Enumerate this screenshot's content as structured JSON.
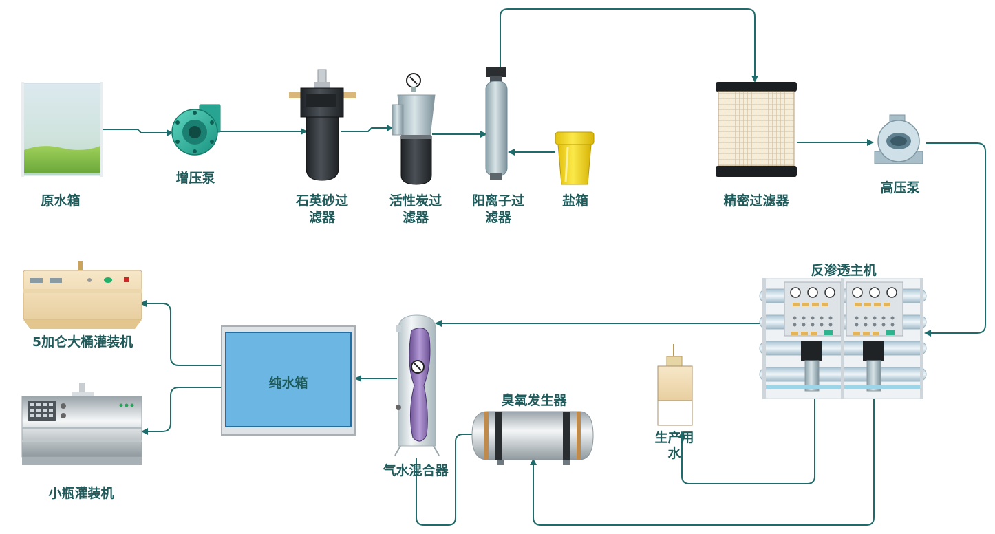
{
  "labels": {
    "raw_tank": "原水箱",
    "booster_pump": "增压泵",
    "quartz_filter_1": "石英砂过",
    "quartz_filter_2": "滤器",
    "carbon_filter_1": "活性炭过",
    "carbon_filter_2": "滤器",
    "cation_filter_1": "阳离子过",
    "cation_filter_2": "滤器",
    "salt_tank": "盐箱",
    "precision_filter": "精密过滤器",
    "high_pressure_pump": "高压泵",
    "ro_unit": "反渗透主机",
    "gallon_filler": "5加仑大桶灌装机",
    "pure_water_tank": "纯水箱",
    "small_bottle_filler": "小瓶灌装机",
    "gas_water_mixer": "气水混合器",
    "ozone_generator": "臭氧发生器",
    "production_water_1": "生产用",
    "production_water_2": "水"
  },
  "colors": {
    "flow_line": "#1d6b6b",
    "label_text": "#1f5b5b",
    "pure_water": "#6bb6e2",
    "filter_dark": "#2f3337",
    "salt_tank": "#f2d313",
    "ro_frame": "#d9e0e6"
  }
}
